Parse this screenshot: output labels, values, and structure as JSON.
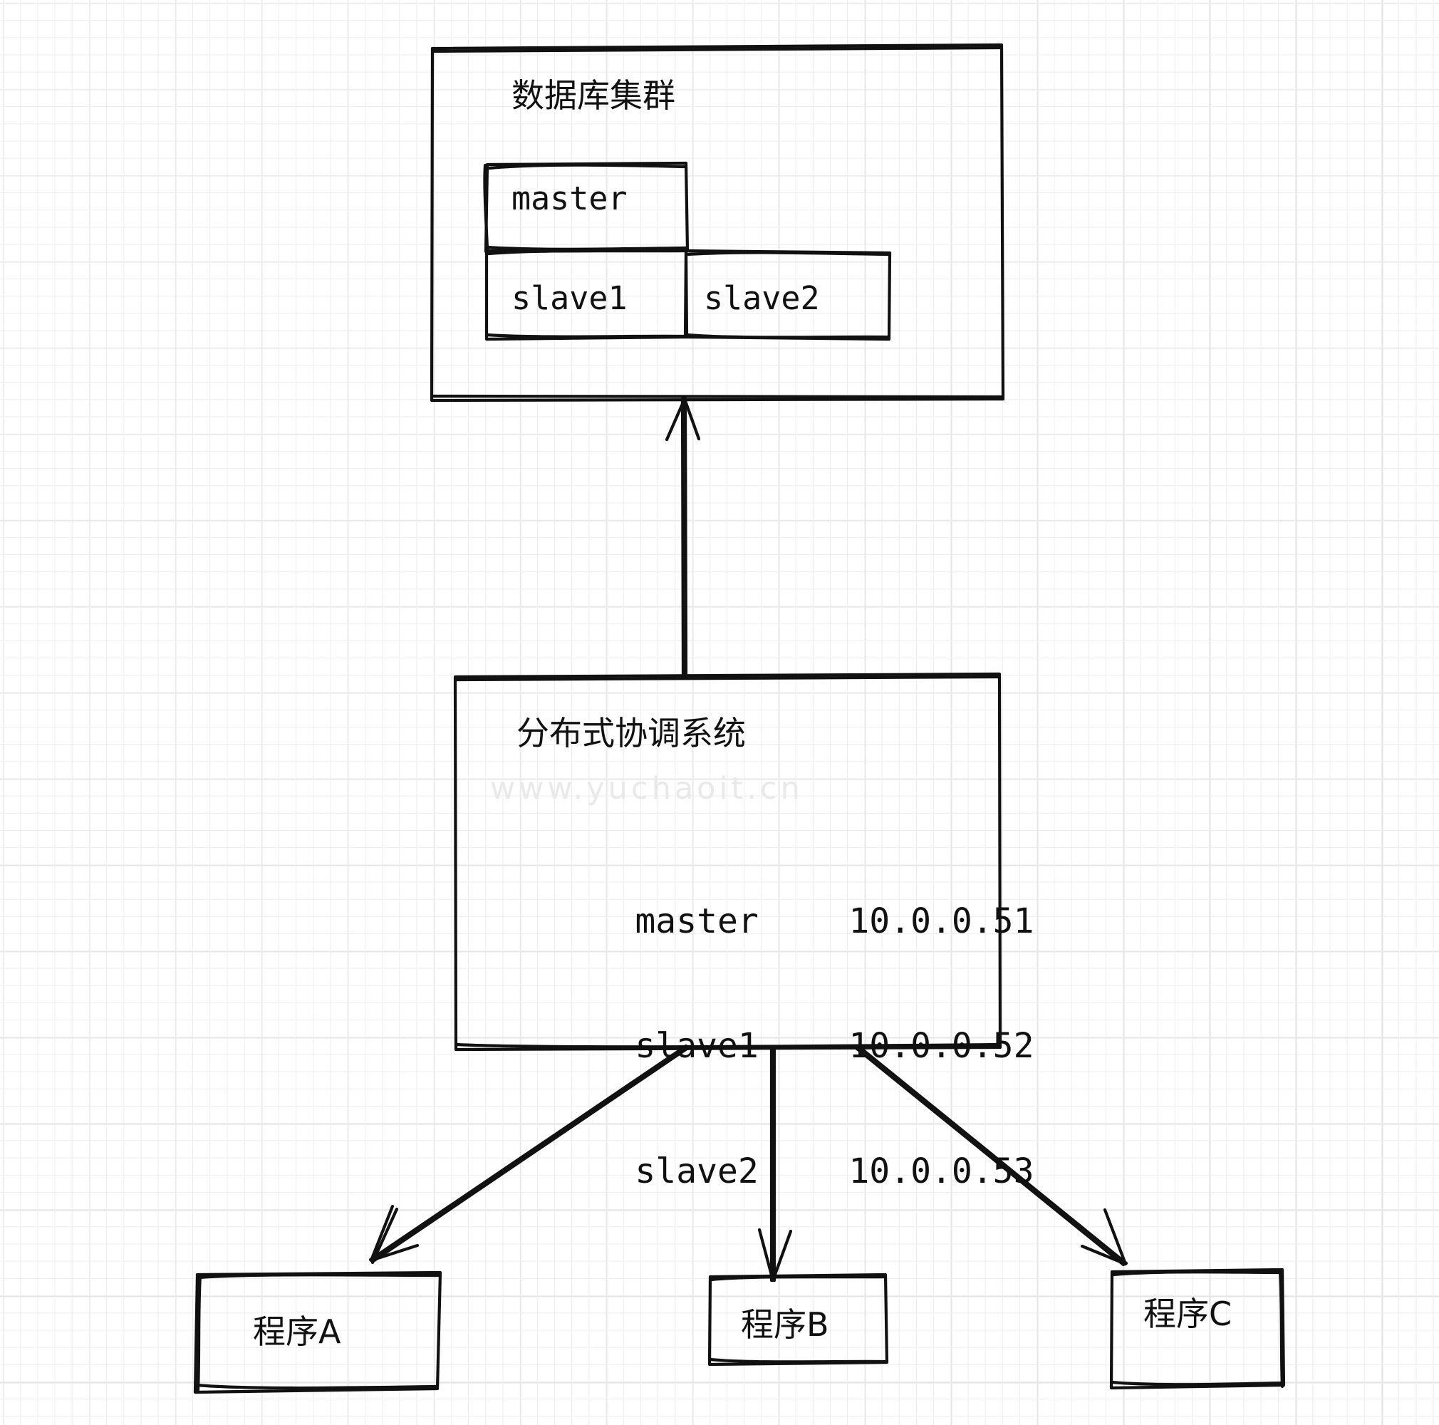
{
  "diagram": {
    "title_top": "数据库集群",
    "title_middle": "分布式协调系统",
    "watermark": "www.yuchaoit.cn",
    "stroke_color": "#111111",
    "background_color": "#ffffff",
    "grid_color": "#ededed"
  },
  "db_cluster": {
    "label": "数据库集群",
    "nodes": [
      {
        "id": "master",
        "label": "master"
      },
      {
        "id": "slave1",
        "label": "slave1"
      },
      {
        "id": "slave2",
        "label": "slave2"
      }
    ]
  },
  "coordinator": {
    "label": "分布式协调系统",
    "watermark": "www.yuchaoit.cn",
    "host_table": {
      "rows": [
        {
          "host": "master",
          "ip": "10.0.0.51"
        },
        {
          "host": "slave1",
          "ip": "10.0.0.52"
        },
        {
          "host": "slave2",
          "ip": "10.0.0.53"
        }
      ]
    }
  },
  "programs": [
    {
      "id": "a",
      "label": "程序A"
    },
    {
      "id": "b",
      "label": "程序B"
    },
    {
      "id": "c",
      "label": "程序C"
    }
  ],
  "connections": [
    {
      "from": "coordinator",
      "to": "db-cluster",
      "direction": "up"
    },
    {
      "from": "coordinator",
      "to": "program-a",
      "direction": "down-left"
    },
    {
      "from": "coordinator",
      "to": "program-b",
      "direction": "down"
    },
    {
      "from": "coordinator",
      "to": "program-c",
      "direction": "down-right"
    }
  ]
}
